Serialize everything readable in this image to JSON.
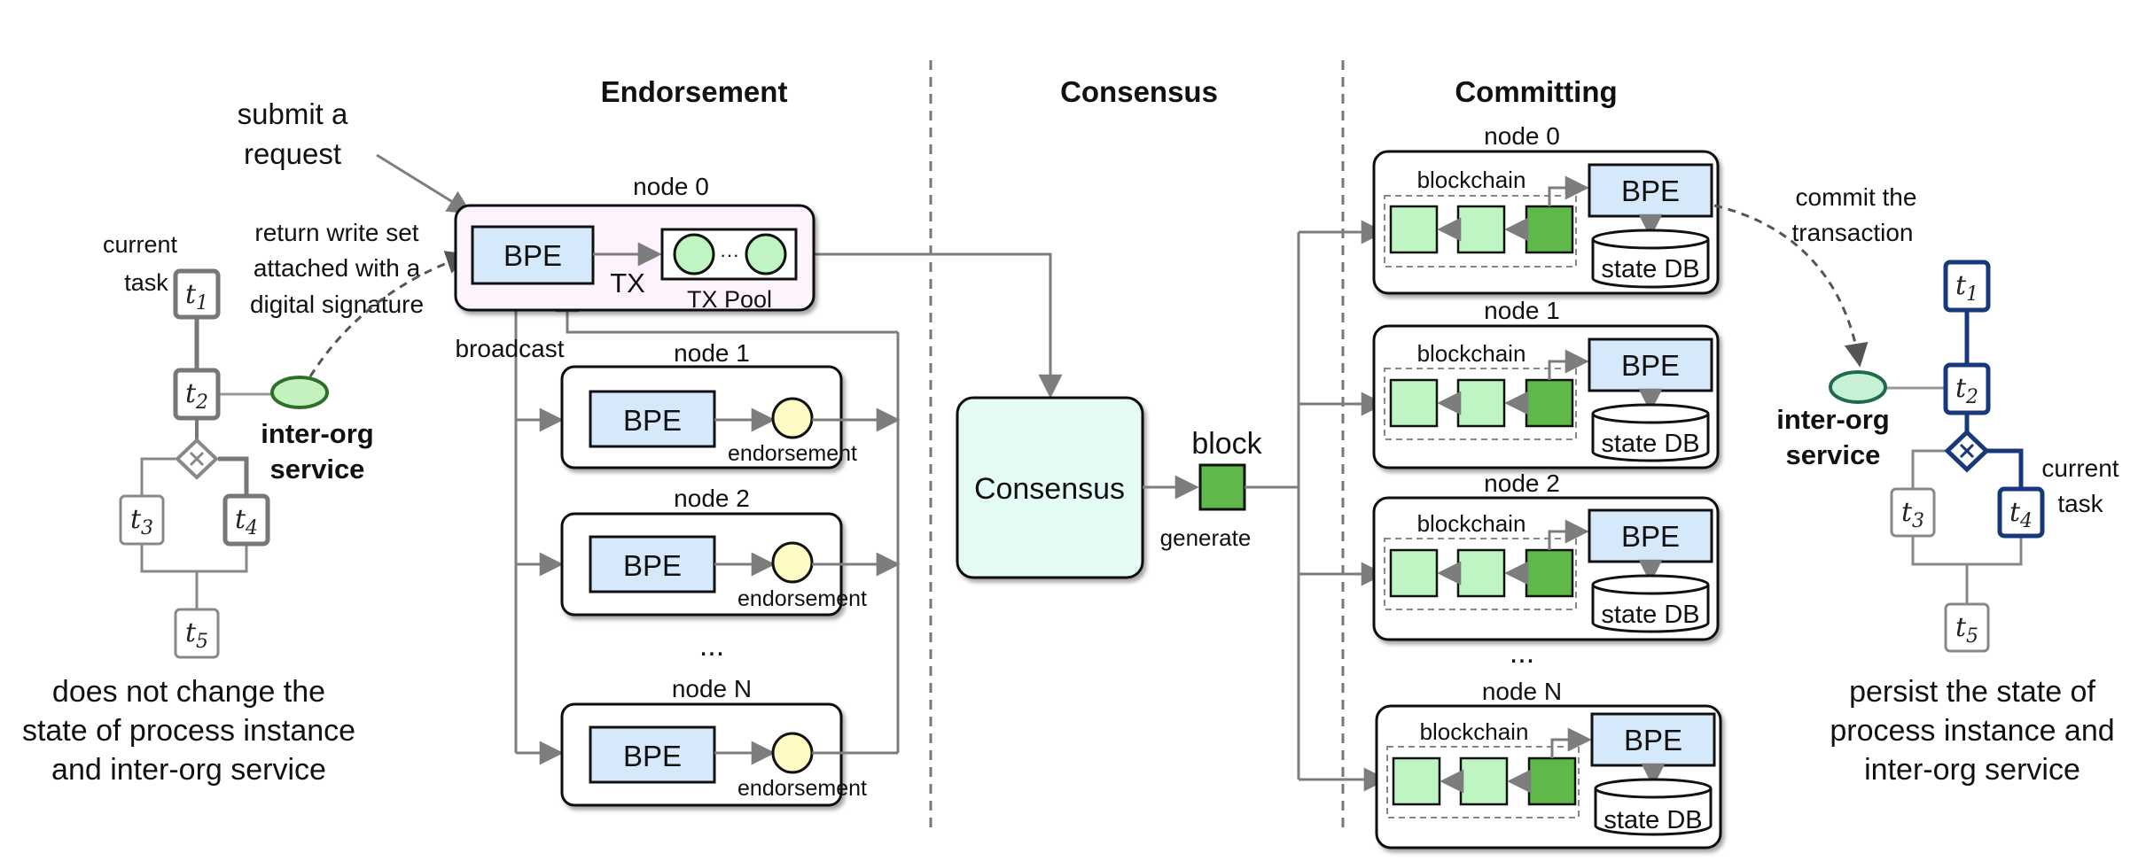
{
  "sections": {
    "endorsement": "Endorsement",
    "consensus": "Consensus",
    "committing": "Committing"
  },
  "left": {
    "submit_line1": "submit a",
    "submit_line2": "request",
    "return_line1": "return write set",
    "return_line2": "attached with a",
    "return_line3": "digital signature",
    "current_line1": "current",
    "current_line2": "task",
    "service_line1": "inter-org",
    "service_line2": "service",
    "caption_line1": "does not change the",
    "caption_line2": "state of process instance",
    "caption_line3": "and inter-org service",
    "tasks": [
      {
        "base": "t",
        "index": "1"
      },
      {
        "base": "t",
        "index": "2"
      },
      {
        "base": "t",
        "index": "3"
      },
      {
        "base": "t",
        "index": "4"
      },
      {
        "base": "t",
        "index": "5"
      }
    ]
  },
  "endorsement": {
    "node0": "node 0",
    "node1": "node 1",
    "node2": "node 2",
    "nodeN": "node N",
    "ellipsis": "...",
    "bpe": "BPE",
    "tx": "TX",
    "tx_pool": "TX Pool",
    "pool_dots": "···",
    "broadcast": "broadcast",
    "endorsement_label": "endorsement"
  },
  "consensus": {
    "box": "Consensus",
    "block": "block",
    "generate": "generate"
  },
  "committing": {
    "node0": "node 0",
    "node1": "node 1",
    "node2": "node 2",
    "nodeN": "node N",
    "ellipsis": "...",
    "blockchain": "blockchain",
    "bpe": "BPE",
    "state_db": "state DB"
  },
  "right": {
    "commit_line1": "commit the",
    "commit_line2": "transaction",
    "service_line1": "inter-org",
    "service_line2": "service",
    "current_line1": "current",
    "current_line2": "task",
    "caption_line1": "persist the state of",
    "caption_line2": "process instance and",
    "caption_line3": "inter-org service",
    "tasks": [
      {
        "base": "t",
        "index": "1"
      },
      {
        "base": "t",
        "index": "2"
      },
      {
        "base": "t",
        "index": "3"
      },
      {
        "base": "t",
        "index": "4"
      },
      {
        "base": "t",
        "index": "5"
      }
    ]
  },
  "colors": {
    "bpe_fill": "#d6e9fa",
    "node0_fill": "#fcf3fc",
    "consensus_fill": "#e4fbf6",
    "light_green": "#bff5c2",
    "dark_green": "#5fb94a",
    "service_left": "#c4f2bf",
    "service_right": "#c7f1d5",
    "endorse_circle": "#fefcc4",
    "left_workflow": "#777777",
    "right_workflow": "#17387a"
  }
}
